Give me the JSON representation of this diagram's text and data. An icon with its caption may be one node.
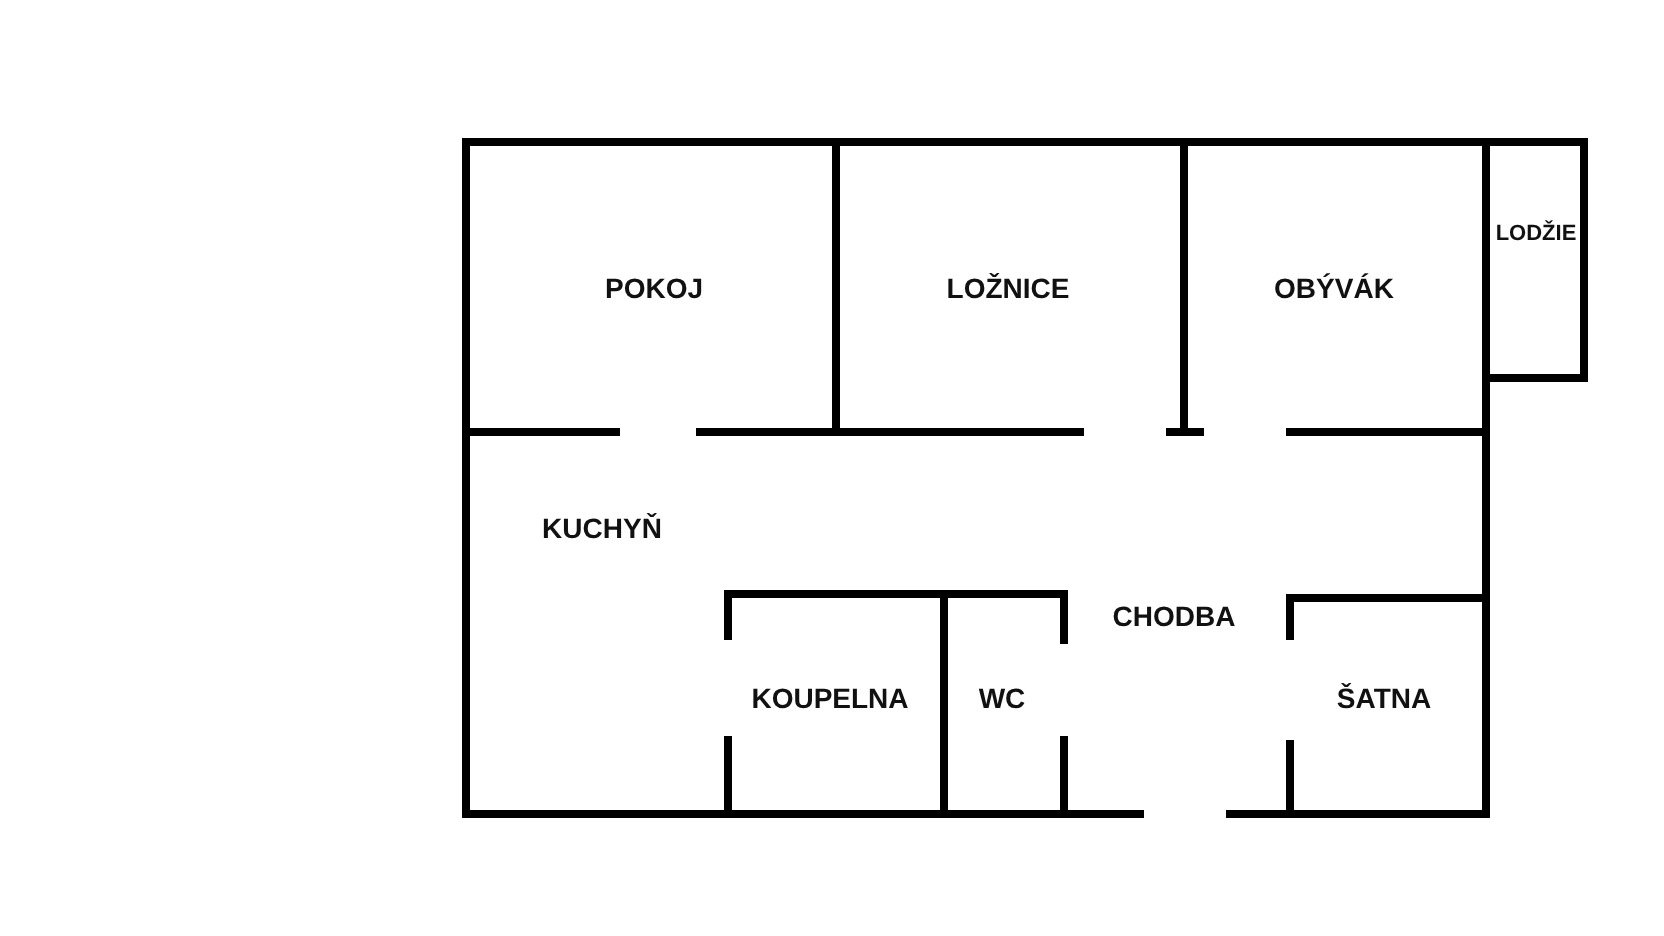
{
  "diagram": {
    "labels": [
      "POKOJ",
      "LOŽNICE",
      "OBÝVÁK",
      "LODŽIE",
      "KUCHYŇ",
      "CHODBA",
      "KOUPELNA",
      "WC",
      "ŠATNA"
    ]
  }
}
